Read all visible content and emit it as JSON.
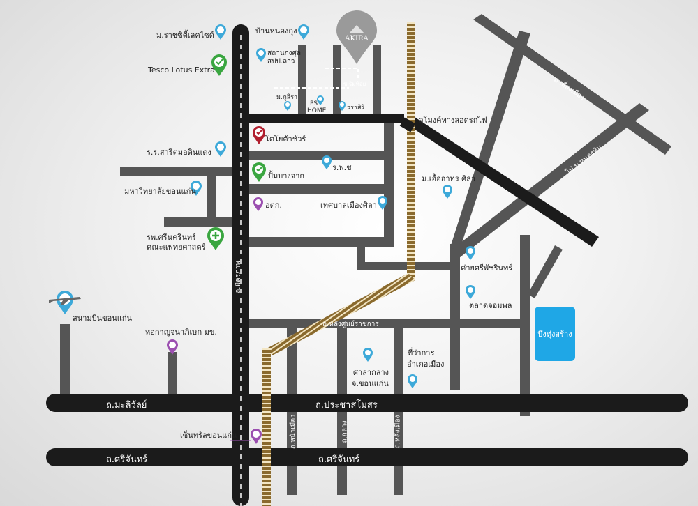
{
  "brand": {
    "logo_text": "AKIRA"
  },
  "roads": {
    "mittraphap": "ถ.มิตรภาพ",
    "mali_wan": "ถ.มะลิวัลย์",
    "prachasamosorn": "ถ.ประชาสโมสร",
    "srichan_left": "ถ.ศรีจันทร์",
    "srichan_right": "ถ.ศรีจันทร์",
    "lang_soonrachakan": "ถ.หลังศูนย์ราชการ",
    "na_muang": "ถ.หน้าเมือง",
    "klang": "ถ.กลาง",
    "lang_muang": "ถ.หลังเมือง",
    "liang_muang": "ถ.เลี่ยงเมือง",
    "to_ban_nong_hin": "ไป บ.หนองหิน",
    "rin_hoi": "ซ.ริมห้อย"
  },
  "landmarks": {
    "ratchasiri_select": "ม.ราชซิตี้เลคไซด์",
    "ban_nong_kung": "บ้านหนองกุง",
    "lao_consulate_1": "สถานกงศุล",
    "lao_consulate_2": "สปป.ลาว",
    "tesco": "Tesco Lotus Extra",
    "phusira": "ม.ภูสิรา",
    "ps_home_1": "PS",
    "ps_home_2": "HOME",
    "warasiri": "วราสิริ",
    "overpass": "อุโมงค์ทางลอดรถไฟ",
    "toyota": "โตโยต้าชัวร์",
    "sarit_school": "ร.ร.สาริตมอดินแดง",
    "hospital_pwc": "ร.พ.ช",
    "khon_kaen_univ": "มหาวิทยาลัยขอนแก่น",
    "gas_station": "ปั้มบางจาก",
    "uea_arthon": "ม.เอื้ออาทร ศิลา",
    "ottk": "อตก.",
    "sila_municipality": "เทศบาลเมืองศิลา",
    "srinagarind_1": "รพ.ศรีนครินทร์",
    "srinagarind_2": "คณะแพทยศาสตร์",
    "camp_sri_patcharin": "ค่ายศรีพัชรินทร์",
    "jompol_market": "ตลาดจอมพล",
    "airport": "สนามบินขอนแก่น",
    "art_gallery": "หอกาญจนาภิเษก มข.",
    "provincial_hall_1": "ศาลากลาง",
    "provincial_hall_2": "จ.ขอนแก่น",
    "district_office_1": "ที่ว่าการ",
    "district_office_2": "อำเภอเมือง",
    "lake": "บึงทุ่งสร้าง",
    "central": "เซ็นทรัลขอนแก่น"
  },
  "colors": {
    "road_dark": "#1b1b1b",
    "road_gray": "#555555",
    "railway": "#8a6a2e",
    "pin_blue": "#3da9d9",
    "pin_green": "#3aa640",
    "pin_red": "#b11e2e",
    "pin_purple": "#9b4fb0",
    "lake": "#1fa7e6"
  }
}
